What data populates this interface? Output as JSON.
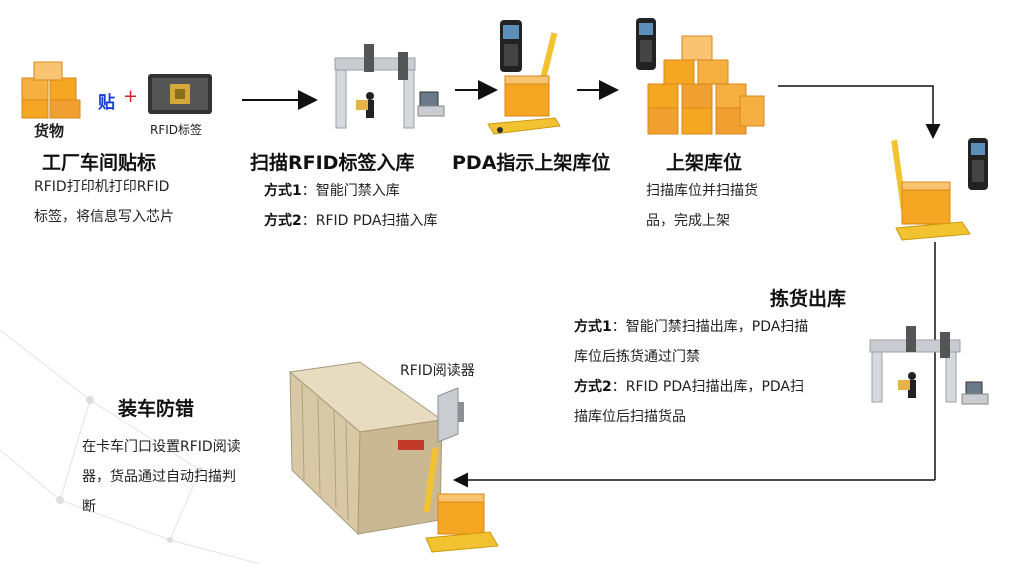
{
  "steps": {
    "factory": {
      "goods_label": "货物",
      "attach_label": "贴",
      "plus": "+",
      "tag_label": "RFID标签",
      "title": "工厂车间贴标",
      "desc_1": "RFID打印机打印RFID",
      "desc_2": "标签，将信息写入芯片"
    },
    "inbound": {
      "title": "扫描RFID标签入库",
      "method1_label": "方式1",
      "method1_text": "：智能门禁入库",
      "method2_label": "方式2",
      "method2_text": "：RFID PDA扫描入库"
    },
    "pda_guide": {
      "title": "PDA指示上架库位"
    },
    "shelving": {
      "title": "上架库位",
      "desc_1": "扫描库位并扫描货",
      "desc_2": "品，完成上架"
    },
    "picking": {
      "title": "拣货出库",
      "method1_label": "方式1",
      "method1_text_1": "：智能门禁扫描出库，PDA扫描",
      "method1_text_2": "库位后拣货通过门禁",
      "method2_label": "方式2",
      "method2_text_1": "：RFID PDA扫描出库，PDA扫",
      "method2_text_2": "描库位后扫描货品"
    },
    "loading": {
      "reader_label": "RFID阅读器",
      "title": "装车防错",
      "desc_1": "在卡车门口设置RFID阅读",
      "desc_2": "器，货品通过自动扫描判",
      "desc_3": "断"
    }
  },
  "colors": {
    "box_orange": "#f5a623",
    "box_dark": "#d9861a",
    "cart_yellow": "#f2c230",
    "gate_grey": "#c9ccd1",
    "arrow": "#111111",
    "attach_text": "#1b3fd6",
    "plus_text": "#e02020"
  },
  "icons": [
    "box-stack-icon",
    "rfid-tag-icon",
    "gate-icon",
    "pda-icon",
    "pallet-cart-icon",
    "container-icon",
    "reader-antenna-icon"
  ]
}
